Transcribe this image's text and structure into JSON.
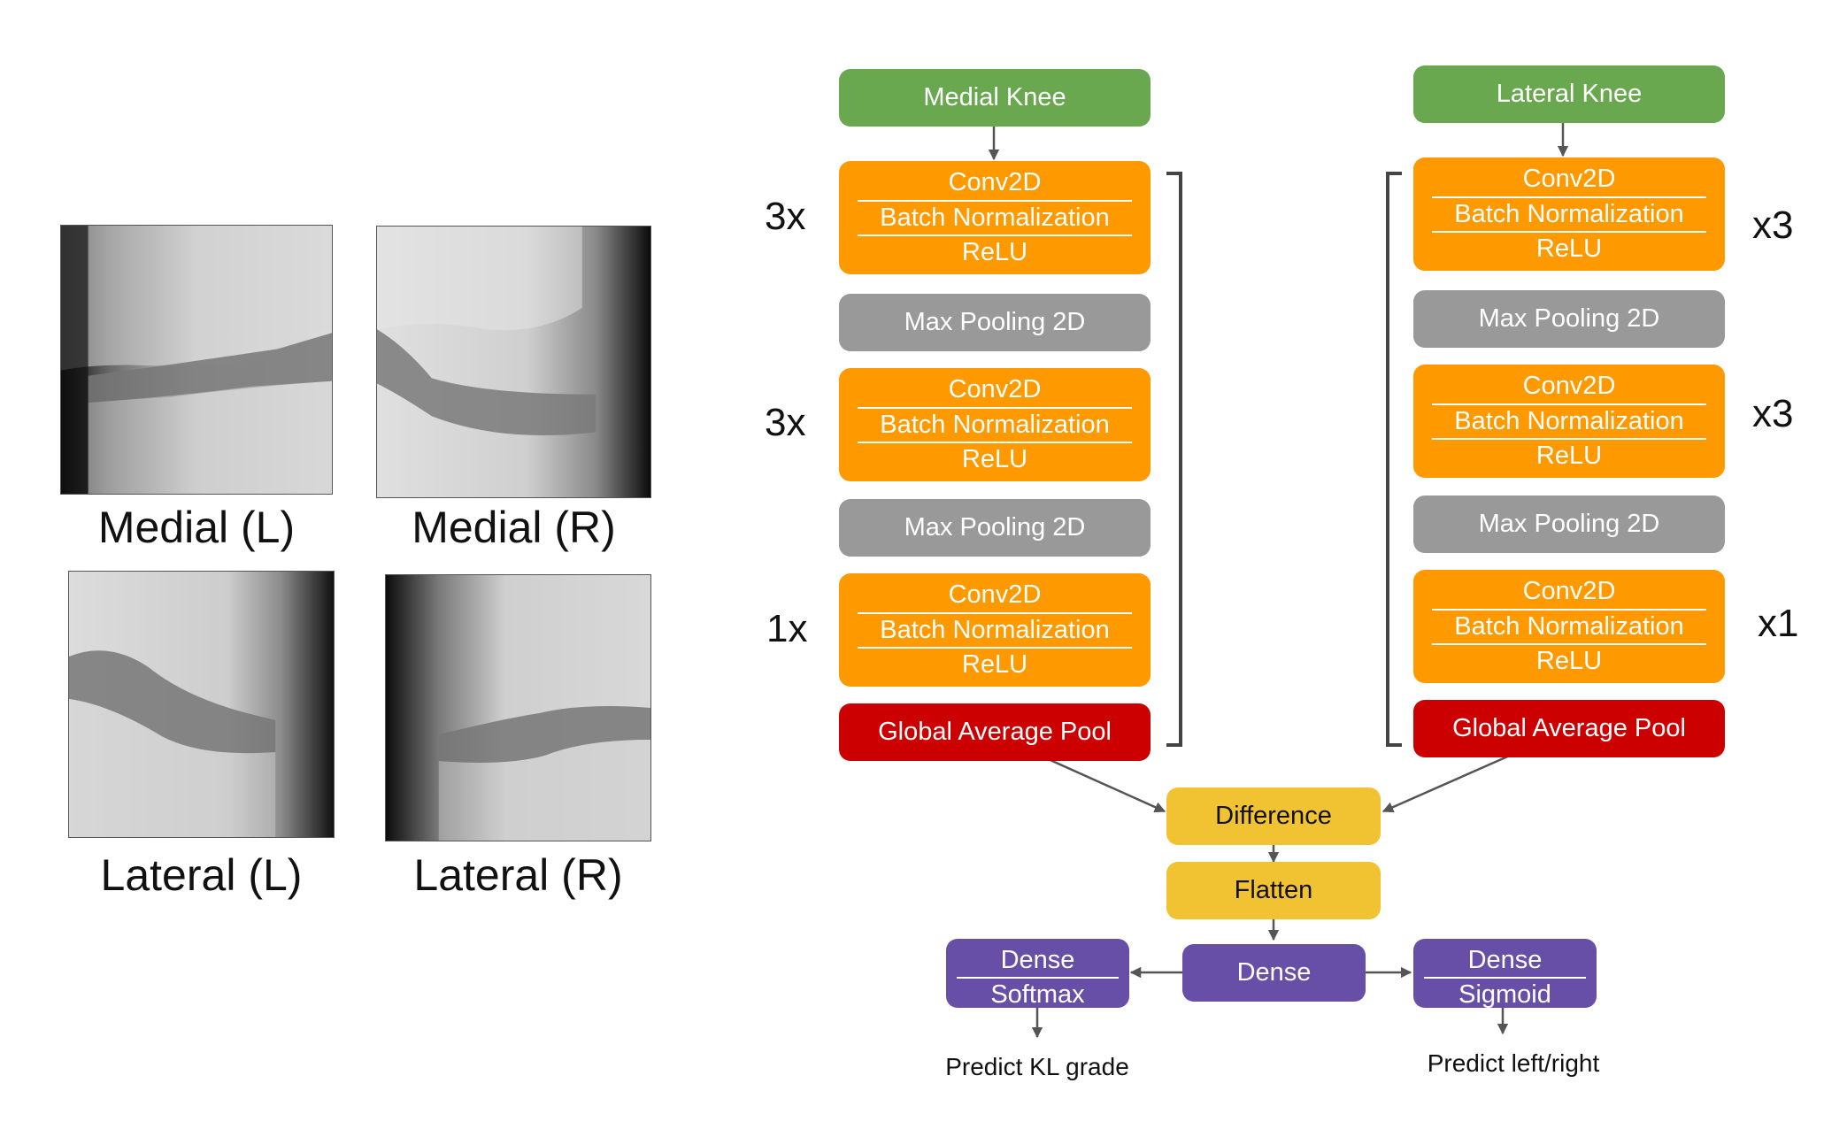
{
  "panels": [
    {
      "caption": "Medial (L)"
    },
    {
      "caption": "Medial (R)"
    },
    {
      "caption": "Lateral (L)"
    },
    {
      "caption": "Lateral (R)"
    }
  ],
  "left_branch": {
    "input": "Medial Knee",
    "blocks": [
      {
        "lines": [
          "Conv2D",
          "Batch Normalization",
          "ReLU"
        ],
        "repeat": "3x"
      },
      {
        "label": "Max Pooling 2D"
      },
      {
        "lines": [
          "Conv2D",
          "Batch Normalization",
          "ReLU"
        ],
        "repeat": "3x"
      },
      {
        "label": "Max Pooling 2D"
      },
      {
        "lines": [
          "Conv2D",
          "Batch Normalization",
          "ReLU"
        ],
        "repeat": "1x"
      }
    ],
    "pool": "Global Average Pool"
  },
  "right_branch": {
    "input": "Lateral Knee",
    "blocks": [
      {
        "lines": [
          "Conv2D",
          "Batch Normalization",
          "ReLU"
        ],
        "repeat": "x3"
      },
      {
        "label": "Max Pooling 2D"
      },
      {
        "lines": [
          "Conv2D",
          "Batch Normalization",
          "ReLU"
        ],
        "repeat": "x3"
      },
      {
        "label": "Max Pooling 2D"
      },
      {
        "lines": [
          "Conv2D",
          "Batch Normalization",
          "ReLU"
        ],
        "repeat": "x1"
      }
    ],
    "pool": "Global Average Pool"
  },
  "merge": {
    "difference": "Difference",
    "flatten": "Flatten",
    "dense": "Dense"
  },
  "heads": {
    "left": {
      "lines": [
        "Dense",
        "Softmax"
      ],
      "output": "Predict KL grade"
    },
    "right": {
      "lines": [
        "Dense",
        "Sigmoid"
      ],
      "output": "Predict left/right"
    }
  },
  "colors": {
    "input": "#6aa84f",
    "conv": "#ff9900",
    "pool": "#999999",
    "gap": "#cc0000",
    "merge": "#f1c232",
    "dense": "#674ea7",
    "arrow": "#555555"
  }
}
